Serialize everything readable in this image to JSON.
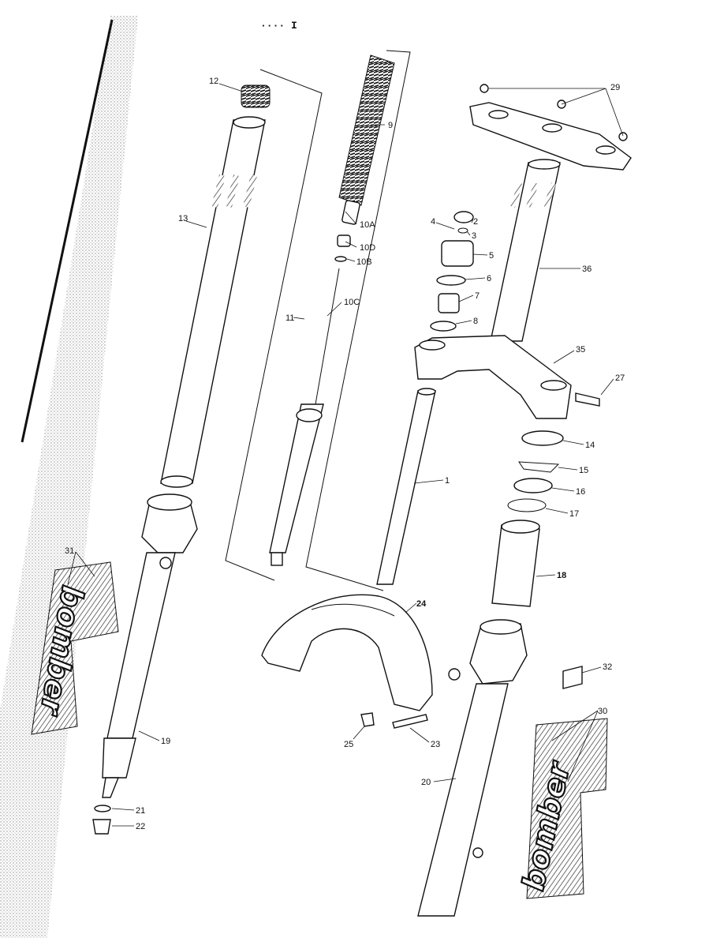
{
  "header": {
    "mark": "···· I"
  },
  "callouts": [
    {
      "id": "12",
      "text": "12"
    },
    {
      "id": "9",
      "text": "9"
    },
    {
      "id": "29",
      "text": "29"
    },
    {
      "id": "13",
      "text": "13"
    },
    {
      "id": "10A",
      "text": "10A"
    },
    {
      "id": "10D",
      "text": "10D"
    },
    {
      "id": "10B",
      "text": "10B"
    },
    {
      "id": "10C",
      "text": "10C"
    },
    {
      "id": "11",
      "text": "11"
    },
    {
      "id": "2",
      "text": "2"
    },
    {
      "id": "3",
      "text": "3"
    },
    {
      "id": "4",
      "text": "4"
    },
    {
      "id": "5",
      "text": "5"
    },
    {
      "id": "6",
      "text": "6"
    },
    {
      "id": "7",
      "text": "7"
    },
    {
      "id": "8",
      "text": "8"
    },
    {
      "id": "36",
      "text": "36"
    },
    {
      "id": "35",
      "text": "35"
    },
    {
      "id": "27",
      "text": "27"
    },
    {
      "id": "14",
      "text": "14"
    },
    {
      "id": "15",
      "text": "15"
    },
    {
      "id": "16",
      "text": "16"
    },
    {
      "id": "17",
      "text": "17"
    },
    {
      "id": "18",
      "text": "18"
    },
    {
      "id": "1",
      "text": "1"
    },
    {
      "id": "24",
      "text": "24"
    },
    {
      "id": "32",
      "text": "32"
    },
    {
      "id": "31",
      "text": "31"
    },
    {
      "id": "30",
      "text": "30"
    },
    {
      "id": "19",
      "text": "19"
    },
    {
      "id": "21",
      "text": "21"
    },
    {
      "id": "22",
      "text": "22"
    },
    {
      "id": "25",
      "text": "25"
    },
    {
      "id": "23",
      "text": "23"
    },
    {
      "id": "20",
      "text": "20"
    }
  ],
  "decals": {
    "left_logo": "bomber",
    "right_logo": "bomber"
  }
}
